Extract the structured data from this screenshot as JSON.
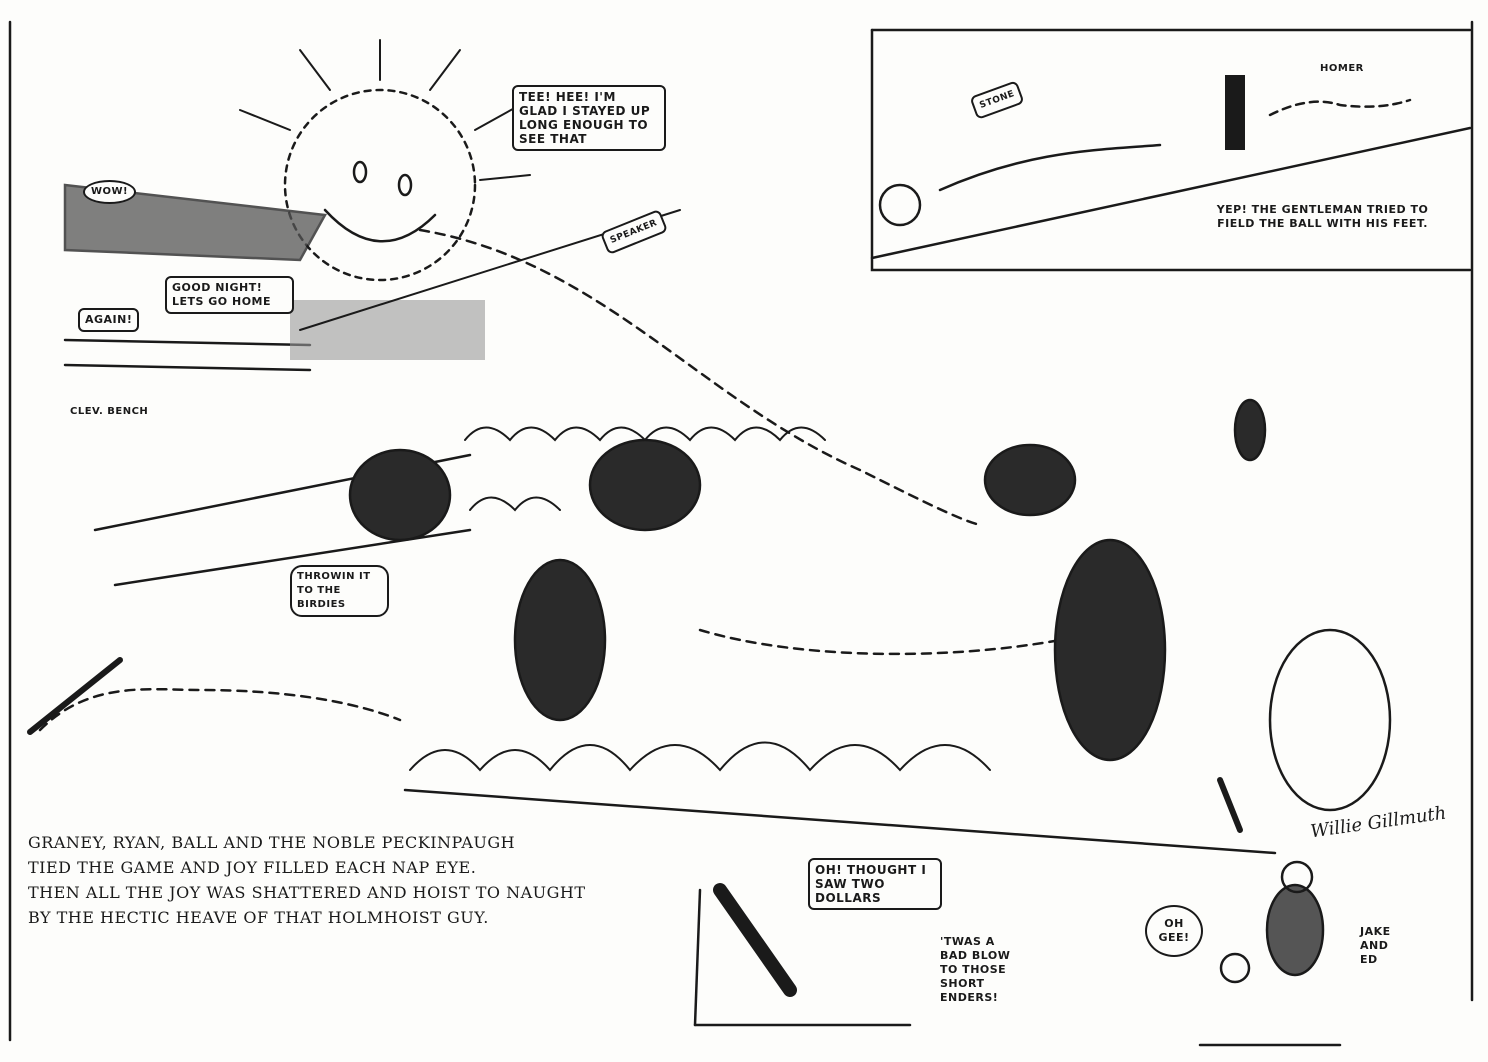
{
  "balloons": {
    "sun": "Tee! Hee! I'm glad I stayed up long enough to see that",
    "wow": "Wow!",
    "good_night": "Good night! Lets go home",
    "again": "Again!",
    "speaker": "Speaker",
    "bench_label": "Clev. Bench",
    "throwin": "Throwin it to the birdies",
    "oh_thought": "Oh! Thought I saw two dollars",
    "oh_gee": "Oh Gee!",
    "stone": "Stone",
    "homer": "Homer"
  },
  "inset_caption": "Yep! The gentleman tried to field the ball with his feet.",
  "side_notes": {
    "short_enders": "'Twas a bad blow to those short enders!",
    "jake_and_ed": "Jake and Ed"
  },
  "main_caption": "Graney, Ryan, Ball and the noble Peckinpaugh\n tied the game and joy filled each Nap eye.\nThen all the joy was shattered and hoist to naught\n by the hectic heave of that Holmhoist guy.",
  "signature": "Willie Gillmuth"
}
